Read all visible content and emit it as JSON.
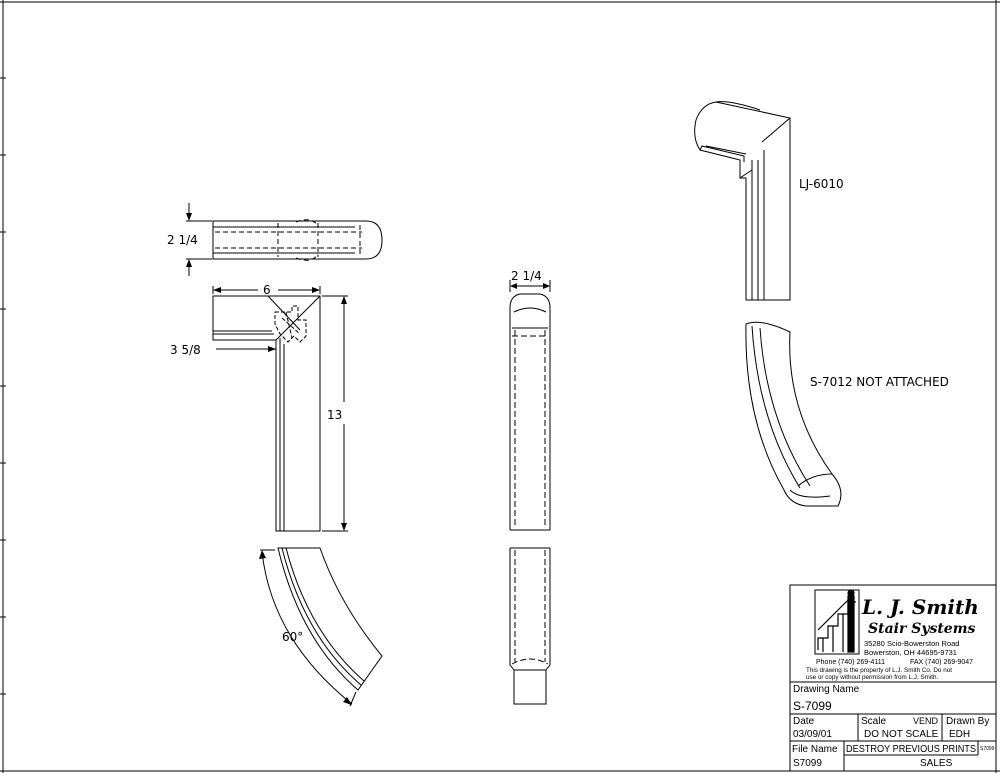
{
  "dimensions": {
    "top_height": "2 1/4",
    "length": "6",
    "offset": "3 5/8",
    "height": "13",
    "front_width": "2 1/4",
    "angle": "60°"
  },
  "labels": {
    "part_a": "LJ-6010",
    "part_b": "S-7012 NOT ATTACHED"
  },
  "title_block": {
    "company_line1": "L. J. Smith",
    "company_line2": "Stair Systems",
    "address1": "35280 Scio-Bowerston Road",
    "address2": "Bowerston, OH 44695-9731",
    "phone": "Phone (740) 269-4111",
    "fax": "FAX (740) 269-9047",
    "notice1": "This drawing is the property of L.J. Smith Co. Do not",
    "notice2": "use or copy without permission from L.J. Smith.",
    "drawing_name_label": "Drawing Name",
    "drawing_name": "S-7099",
    "date_label": "Date",
    "date": "03/09/01",
    "scale_label": "Scale",
    "vend": "VEND",
    "scale": "DO NOT SCALE",
    "drawn_by_label": "Drawn By",
    "drawn_by": "EDH",
    "file_name_label": "File Name",
    "file_name": "S7099",
    "destroy": "DESTROY PREVIOUS PRINTS",
    "dept": "SALES",
    "small_ref": "S7099"
  },
  "colors": {
    "ink": "#000000",
    "paper": "#ffffff"
  }
}
